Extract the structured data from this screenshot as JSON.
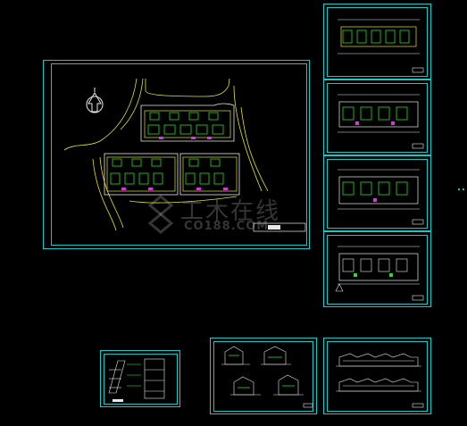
{
  "sheets": [
    {
      "id": "site-plan",
      "kind": "site plan"
    },
    {
      "id": "floor-plan-1",
      "kind": "floor plan"
    },
    {
      "id": "floor-plan-2",
      "kind": "floor plan"
    },
    {
      "id": "floor-plan-3",
      "kind": "floor plan"
    },
    {
      "id": "floor-plan-4",
      "kind": "floor plan"
    },
    {
      "id": "section-detail",
      "kind": "section"
    },
    {
      "id": "elevations-small",
      "kind": "elevation"
    },
    {
      "id": "elevations-long",
      "kind": "elevation"
    }
  ],
  "watermark": {
    "text_cn": "工木在线",
    "text_en": "CO188.COM"
  },
  "colors": {
    "background": "#000000",
    "frame": "#19c7c7",
    "line_white": "#e8e8e8",
    "line_green": "#2bd82b",
    "line_yellow": "#e6e62a",
    "line_magenta": "#d23ad2",
    "line_red": "#e03030"
  }
}
